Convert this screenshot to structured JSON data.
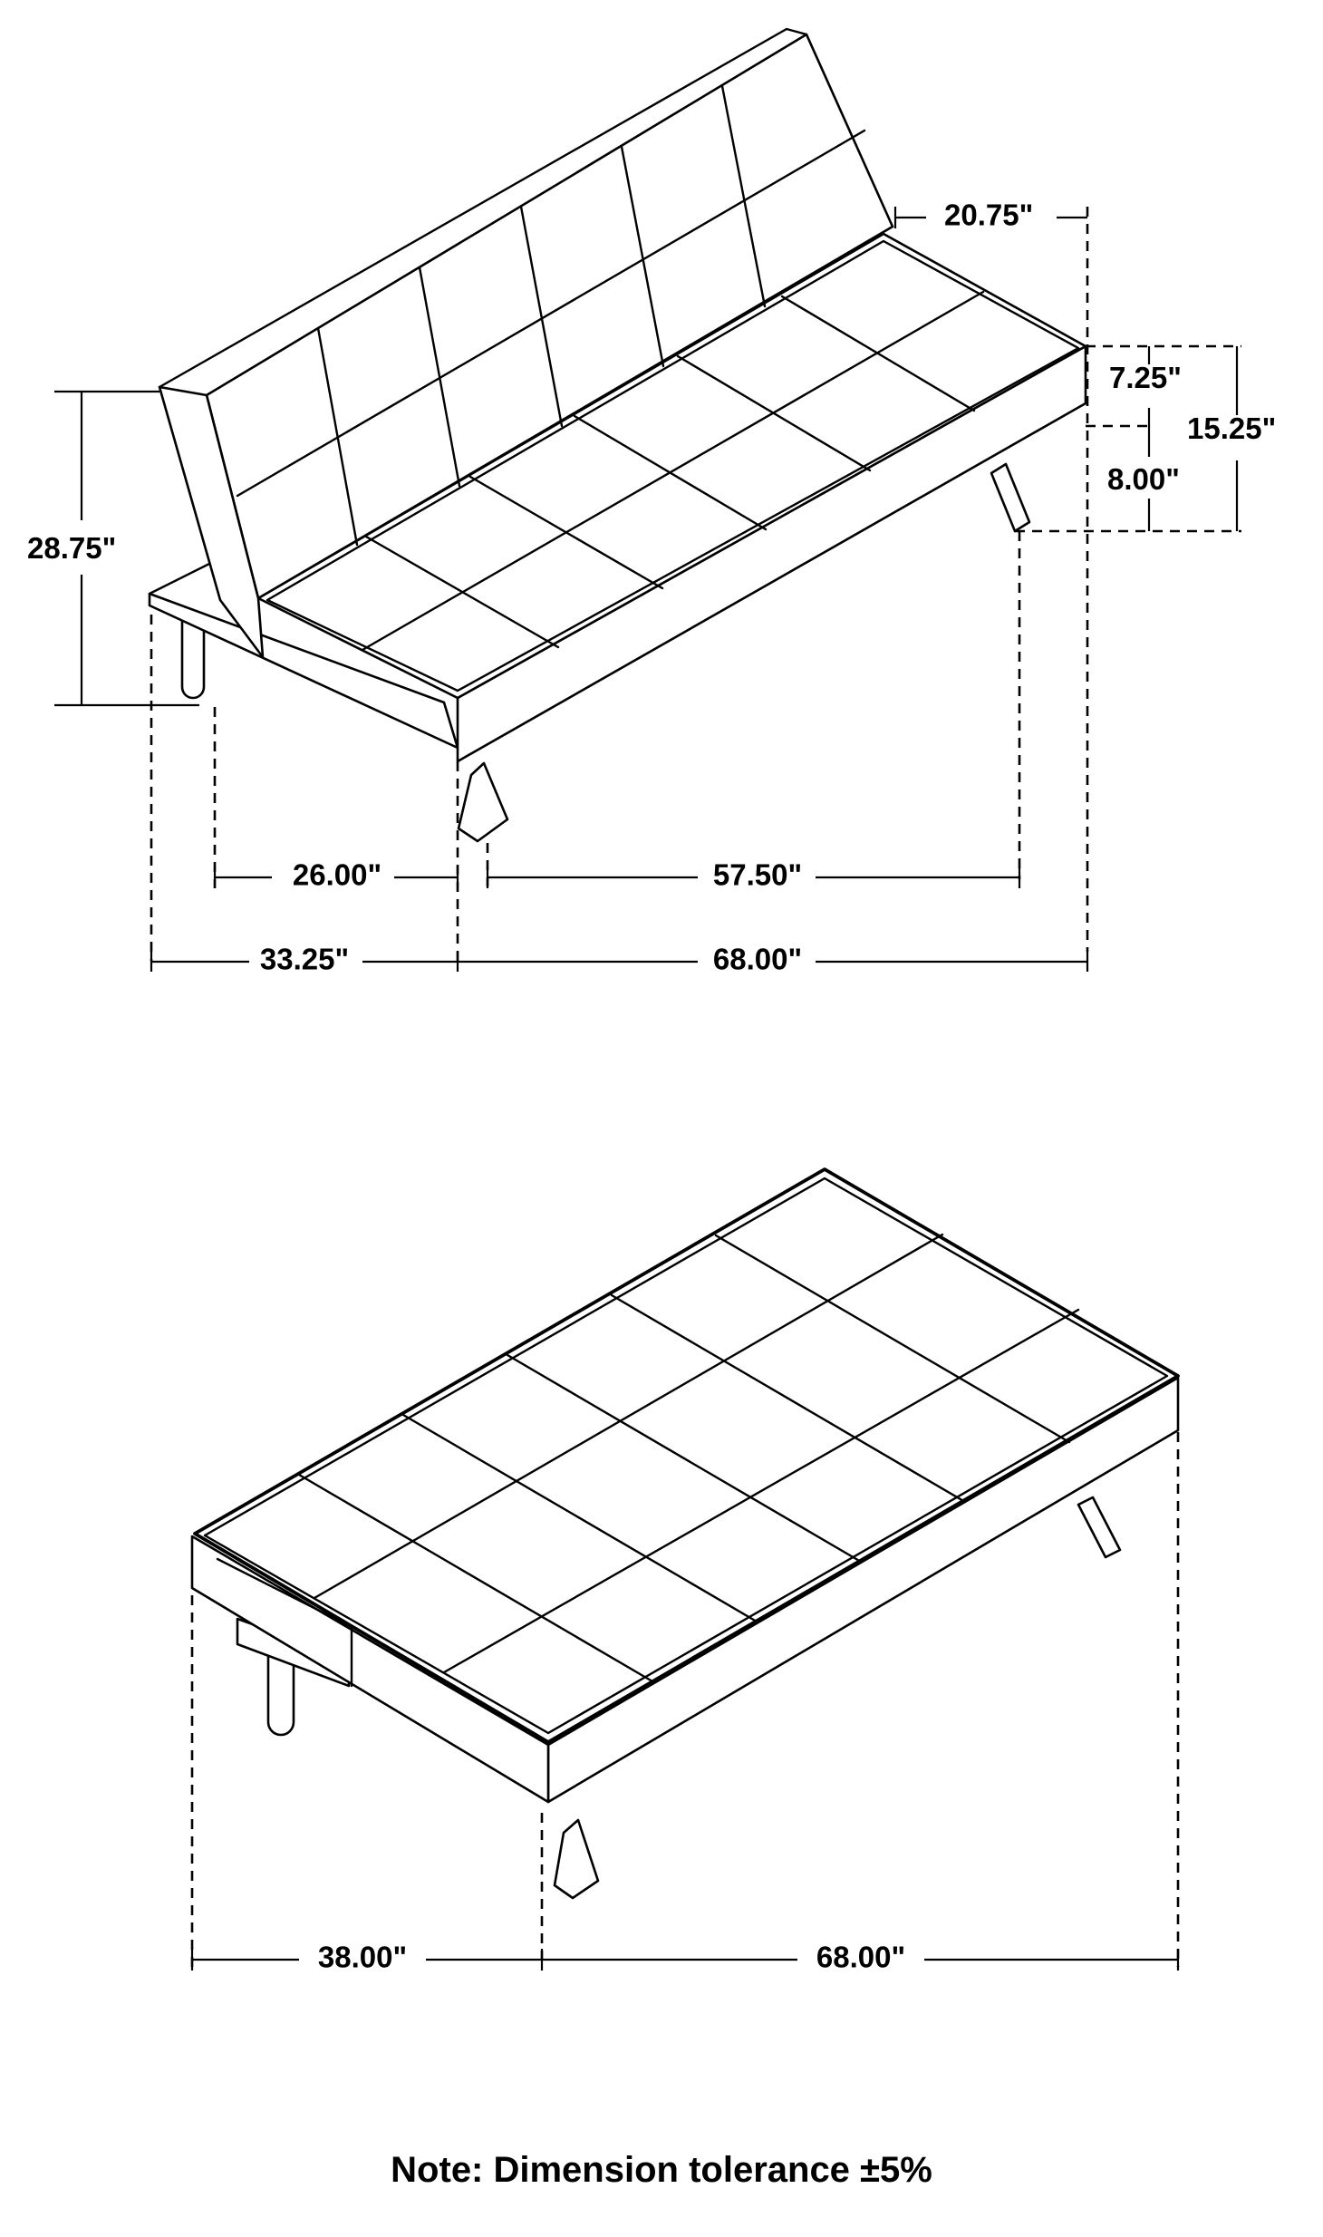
{
  "upright_view": {
    "dimensions": {
      "arm_depth": "20.75\"",
      "seat_cushion": "7.25\"",
      "seat_height_total": "15.25\"",
      "leg_height": "8.00\"",
      "overall_height": "28.75\"",
      "leg_span_depth": "26.00\"",
      "leg_span_width": "57.50\"",
      "overall_depth": "33.25\"",
      "overall_width": "68.00\""
    }
  },
  "flat_view": {
    "dimensions": {
      "bed_depth": "38.00\"",
      "bed_width": "68.00\""
    }
  },
  "note": "Note: Dimension tolerance ±5%"
}
